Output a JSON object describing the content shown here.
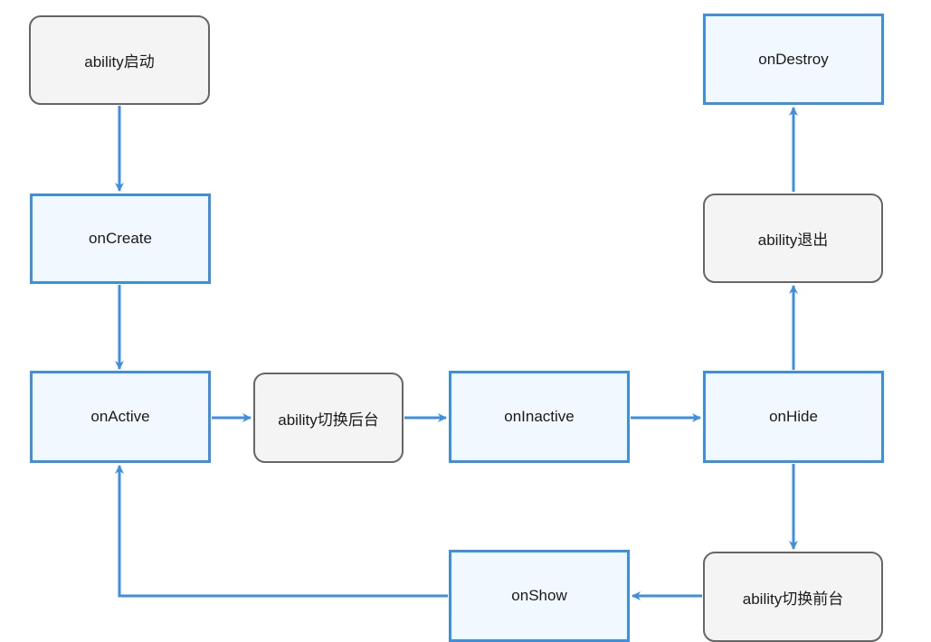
{
  "nodes": {
    "start": "ability启动",
    "create": "onCreate",
    "active": "onActive",
    "background": "ability切换后台",
    "inactive": "onInactive",
    "hide": "onHide",
    "exit": "ability退出",
    "destroy": "onDestroy",
    "foreground": "ability切换前台",
    "show": "onShow"
  },
  "colors": {
    "state_border": "#3d8fe0",
    "state_fill": "#f2f8ff",
    "event_border": "#666666",
    "event_fill": "#f4f4f4",
    "arrow": "#3d8fe0"
  }
}
